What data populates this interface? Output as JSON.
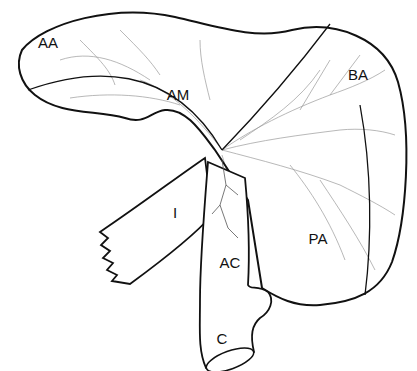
{
  "diagram": {
    "labels": [
      "AA",
      "AM",
      "BA",
      "PA",
      "I",
      "AC",
      "C"
    ]
  }
}
